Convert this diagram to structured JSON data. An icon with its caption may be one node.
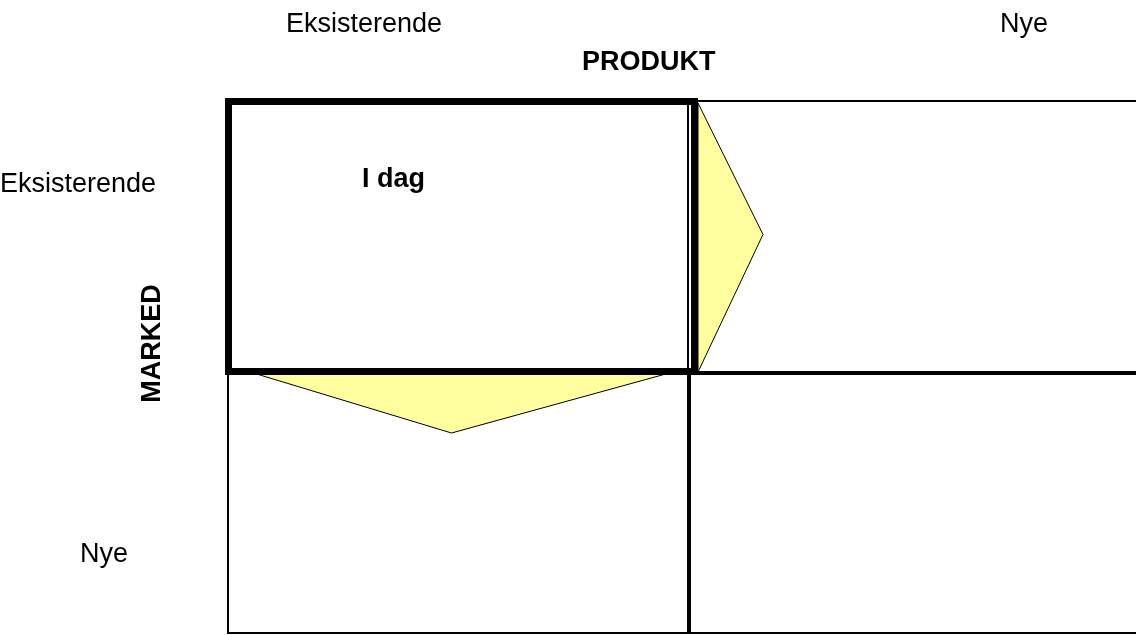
{
  "diagram": {
    "nodes": [
      {
        "text": [
          "I dag"
        ]
      },
      {
        "text": [],
        "shape": "box"
      },
      {
        "text": [],
        "shape": "box"
      },
      {
        "text": [],
        "shape": "box"
      }
    ],
    "edges": [
      {
        "from": 0,
        "to": 1,
        "arrow": "to"
      },
      {
        "from": 0,
        "to": 2,
        "arrow": "to"
      }
    ],
    "labels": [
      "Eksisterende",
      "Nye",
      "PRODUKT",
      "Eksisterende",
      "MARKED",
      "Nye"
    ]
  }
}
